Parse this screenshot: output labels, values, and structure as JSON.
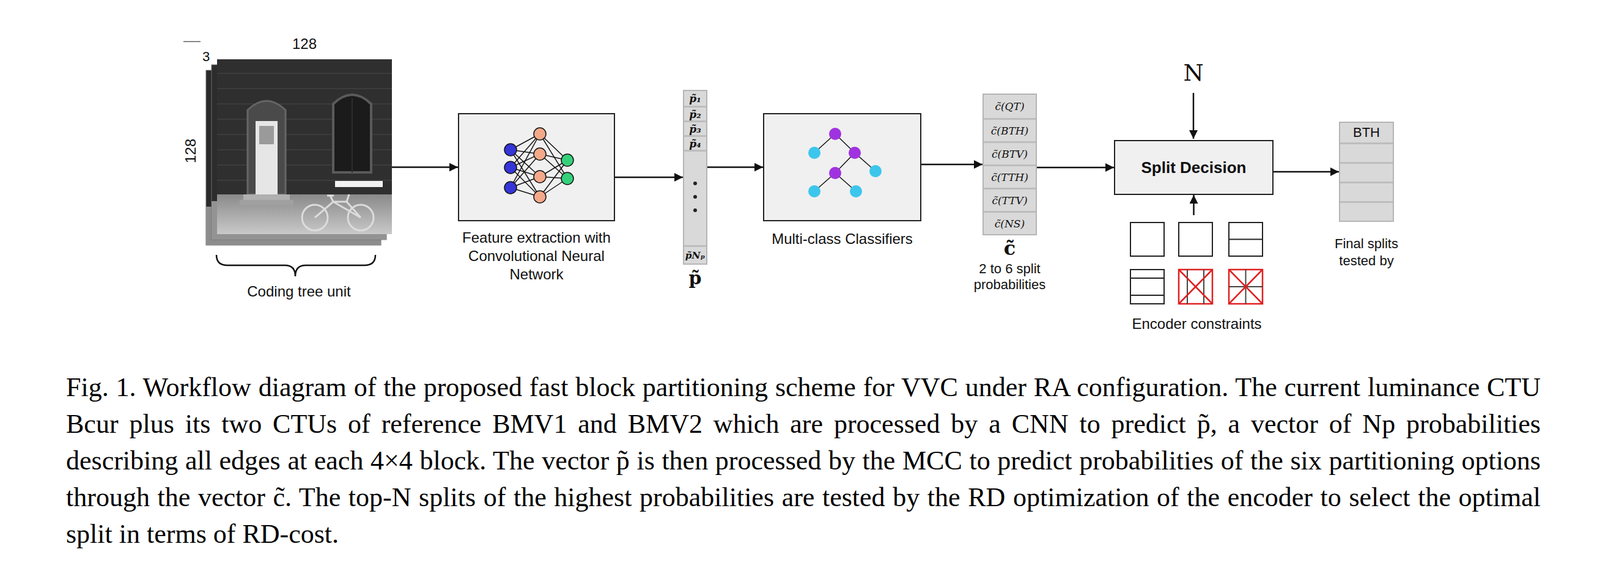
{
  "diagram": {
    "caption": "Fig. 1. Workflow diagram of the proposed fast block partitioning scheme for VVC under RA configuration. The current luminance CTU Bcur plus its two CTUs of reference BMV1 and BMV2 which are processed by a CNN to predict p̃, a vector of Np probabilities describing all edges at each 4×4 block. The vector p̃ is then processed by the MCC to predict probabilities of the six partitioning options through the vector c̃. The top-N splits of the highest probabilities are tested by the RD optimization of the encoder to select the optimal split in terms of RD-cost.",
    "nodes": [
      {
        "text": [
          "Coding tree unit"
        ]
      },
      {
        "text": [
          "Feature extraction with Convolutional Neural Network"
        ]
      },
      {
        "text": [
          "p̃₁",
          "p̃₂",
          "p̃₃",
          "p̃₄",
          "p̃Nₚ",
          "p̃"
        ]
      },
      {
        "text": [
          "Multi-class Classifiers"
        ]
      },
      {
        "text": [
          "c̃(QT)",
          "c̃(BTH)",
          "c̃(BTV)",
          "c̃(TTH)",
          "c̃(TTV)",
          "c̃(NS)",
          "c̃",
          "2 to 6 split probabilities"
        ]
      },
      {
        "text": [
          "Split Decision"
        ]
      },
      {
        "text": [
          "Encoder constraints"
        ]
      },
      {
        "text": [
          "BTH",
          "Final splits tested by"
        ]
      }
    ],
    "edges": [
      {
        "from": 0,
        "to": 1,
        "arrow": "to"
      },
      {
        "from": 1,
        "to": 2,
        "arrow": "to"
      },
      {
        "from": 2,
        "to": 3,
        "arrow": "to"
      },
      {
        "from": 3,
        "to": 4,
        "arrow": "to"
      },
      {
        "from": 4,
        "to": 5,
        "arrow": "to"
      },
      {
        "from": 6,
        "to": 5,
        "arrow": "to"
      },
      {
        "from": 5,
        "to": 7,
        "arrow": "to"
      }
    ],
    "labels": [
      "3",
      "128",
      "128",
      "N"
    ]
  }
}
